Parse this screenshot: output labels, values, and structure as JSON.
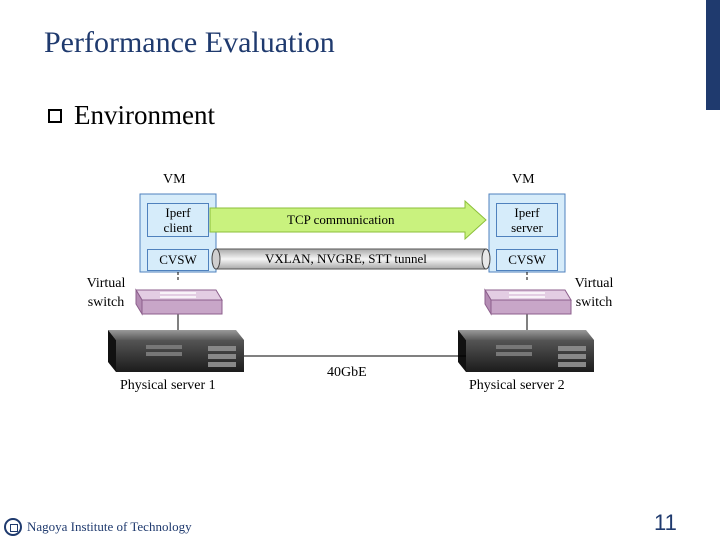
{
  "slide": {
    "title": "Performance Evaluation",
    "bullet": "Environment",
    "page_number": "11",
    "footer": "Nagoya Institute of Technology"
  },
  "diagram": {
    "vm_left": "VM",
    "vm_right": "VM",
    "iperf_client": "Iperf client",
    "iperf_server": "Iperf server",
    "tcp_label": "TCP communication",
    "tunnel_label": "VXLAN, NVGRE, STT tunnel",
    "cvsw_left": "CVSW",
    "cvsw_right": "CVSW",
    "vswitch_left": "Virtual switch",
    "vswitch_right": "Virtual switch",
    "server_left": "Physical server 1",
    "server_right": "Physical server 2",
    "link_label": "40GbE"
  },
  "colors": {
    "title": "#1f3a6e",
    "vm_fill": "#d6ecfa",
    "arrow_fill": "#c9f27e",
    "switch_fill": "#c8a6c8",
    "server_body": "#2a2a2a"
  }
}
